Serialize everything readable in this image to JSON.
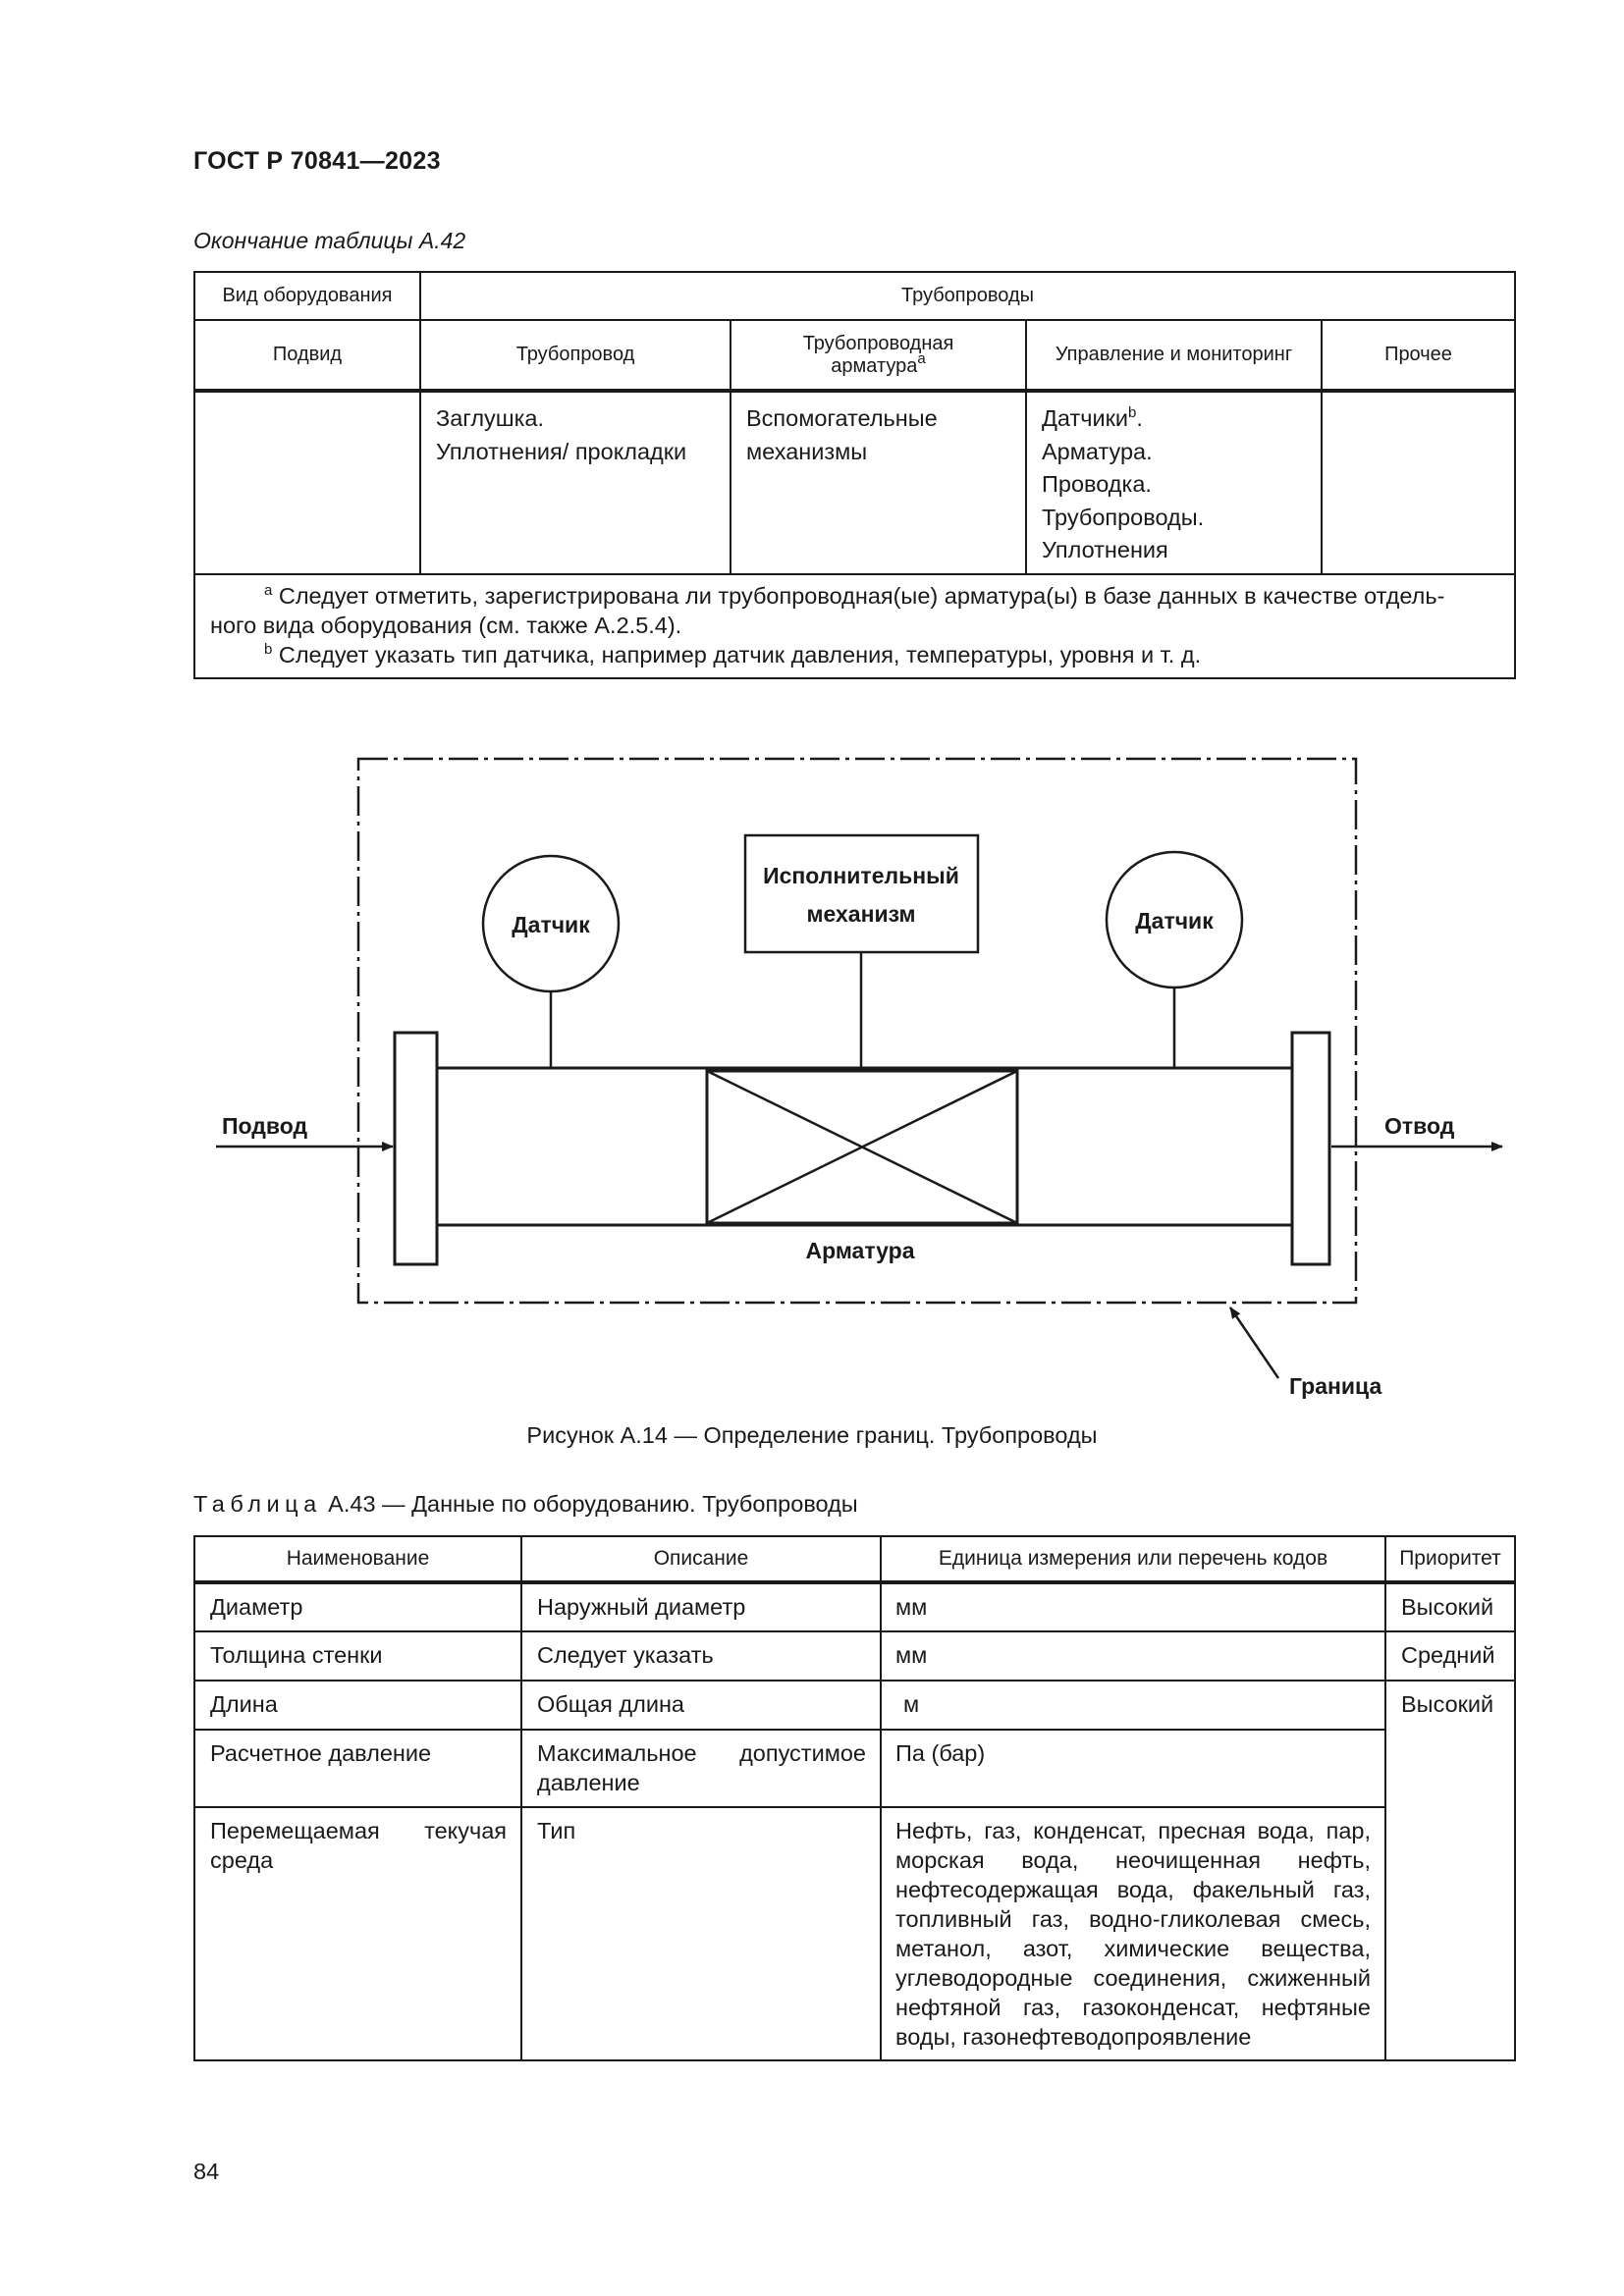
{
  "header": {
    "doc_id": "ГОСТ Р 70841—2023"
  },
  "table_a42": {
    "caption": "Окончание таблицы А.42",
    "col_equipment_type": "Вид оборудования",
    "col_group": "Трубопроводы",
    "sub_headers": {
      "subunit": "Подвид",
      "pipeline": "Трубопровод",
      "fittings_line1": "Трубопроводная",
      "fittings_line2": "арматура",
      "fittings_sup": "a",
      "control": "Управление и мониторинг",
      "other": "Прочее"
    },
    "row": {
      "subunit": "",
      "pipeline": [
        "Заглушка.",
        "Уплотнения/ прокладки"
      ],
      "fittings": [
        "Вспомогательные",
        "механизмы"
      ],
      "control_first": "Датчики",
      "control_first_sup": "b",
      "control_first_tail": ".",
      "control_rest": [
        "Арматура.",
        "Проводка.",
        "Трубопроводы.",
        "Уплотнения"
      ],
      "other": ""
    },
    "footnotes": {
      "a_mark": "a",
      "a_line1": "Следует отметить, зарегистрирована ли трубопроводная(ые) арматура(ы) в базе данных в качестве отдель-",
      "a_line2": "ного вида оборудования (см. также А.2.5.4).",
      "b_mark": "b",
      "b_text": "Следует указать тип датчика, например датчик давления, температуры, уровня и т. д."
    }
  },
  "figure": {
    "sensor_left": "Датчик",
    "sensor_right": "Датчик",
    "actuator_line1": "Исполнительный",
    "actuator_line2": "механизм",
    "inlet": "Подвод",
    "outlet": "Отвод",
    "valve": "Арматура",
    "boundary": "Граница",
    "caption": "Рисунок А.14 — Определение границ. Трубопроводы"
  },
  "table_a43": {
    "caption_prefix": "Таблица",
    "caption_rest": " А.43 — Данные по оборудованию. Трубопроводы",
    "headers": [
      "Наименование",
      "Описание",
      "Единица измерения или перечень кодов",
      "Приоритет"
    ],
    "rows": [
      {
        "name": "Диаметр",
        "description": "Наружный диаметр",
        "unit": "мм",
        "priority": "Высокий"
      },
      {
        "name": "Толщина стенки",
        "description": "Следует указать",
        "unit": "мм",
        "priority": "Средний"
      },
      {
        "name": "Длина",
        "description": "Общая длина",
        "unit": "м",
        "priority": "Высокий"
      },
      {
        "name": "Расчетное давление",
        "description": "Максимальное допустимое давление",
        "unit": "Па (бар)",
        "priority": ""
      },
      {
        "name": "Перемещаемая текучая среда",
        "description": "Тип",
        "unit": "Нефть, газ, конденсат, пресная вода, пар, морская вода, неочищенная нефть, нефтесодержащая вода, факельный газ, топливный газ, водно-гликолевая смесь, метанол, азот, химические вещества, углеводородные соединения, сжиженный нефтяной газ, газоконденсат, нефтяные воды, газонефтеводопроявление",
        "priority": ""
      }
    ]
  },
  "page_number": "84"
}
